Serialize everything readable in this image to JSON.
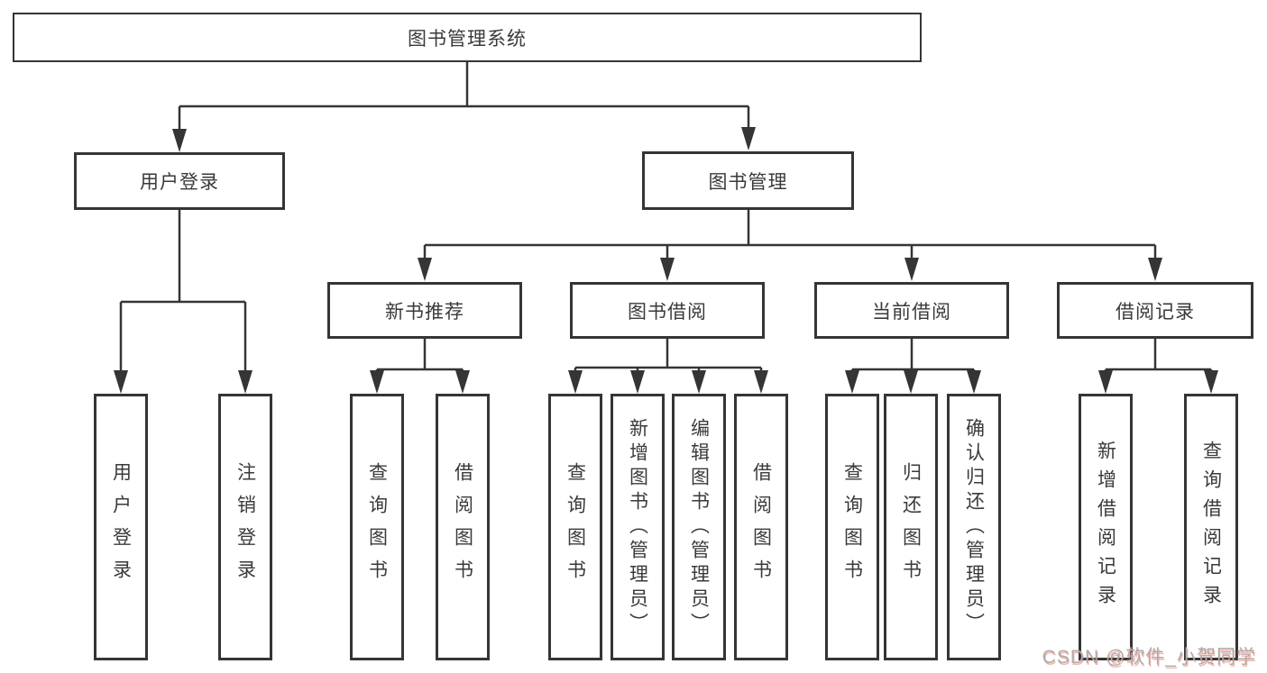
{
  "diagram": {
    "root": {
      "label": "图书管理系统"
    },
    "level2": [
      {
        "label": "用户登录"
      },
      {
        "label": "图书管理"
      }
    ],
    "level3": [
      {
        "label": "新书推荐"
      },
      {
        "label": "图书借阅"
      },
      {
        "label": "当前借阅"
      },
      {
        "label": "借阅记录"
      }
    ],
    "leaves": {
      "user_login": [
        "用户登录",
        "注销登录"
      ],
      "new_book_rec": [
        "查询图书",
        "借阅图书"
      ],
      "book_borrow": [
        "查询图书",
        "新增图书（管理员）",
        "编辑图书（管理员）",
        "借阅图书"
      ],
      "current_borrow": [
        "查询图书",
        "归还图书",
        "确认归还（管理员）"
      ],
      "borrow_records": [
        "新增借阅记录",
        "查询借阅记录"
      ]
    }
  },
  "watermark": {
    "text": "CSDN @软件_小贺同学"
  },
  "colors": {
    "line": "#353535",
    "box_border": "#353535",
    "text": "#3a3a3a",
    "background": "#ffffff",
    "watermark_gray": "#acacac",
    "watermark_red": "#e85a42"
  }
}
